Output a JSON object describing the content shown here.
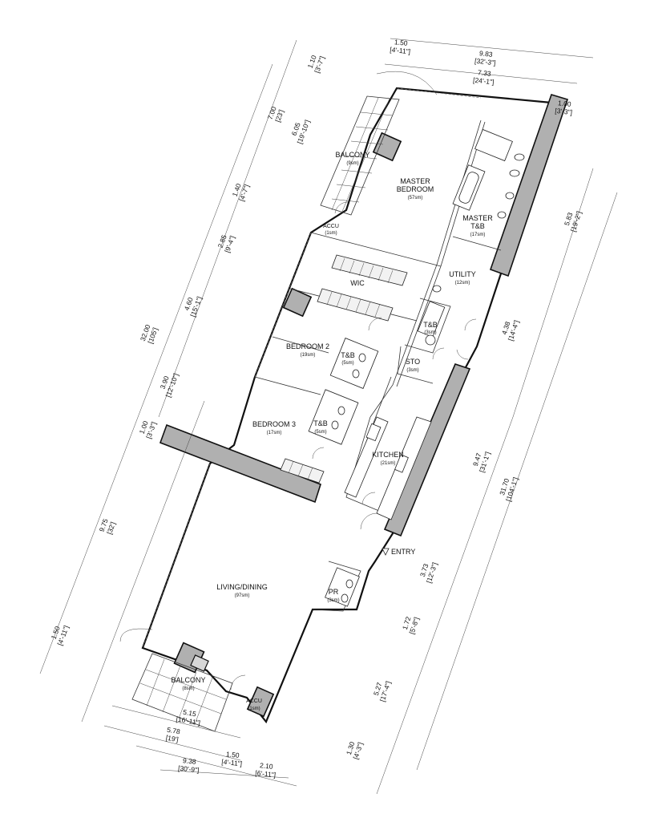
{
  "rooms": {
    "balcony_top": {
      "name": "BALCONY",
      "area": "(9sm)"
    },
    "master_bedroom": {
      "name_line1": "MASTER",
      "name_line2": "BEDROOM",
      "area": "(57sm)"
    },
    "master_tb": {
      "name_line1": "MASTER",
      "name_line2": "T&B",
      "area": "(17sm)"
    },
    "accu_top": {
      "name": "ACCU",
      "area": "(1sm)"
    },
    "wic": {
      "name": "WIC"
    },
    "utility": {
      "name": "UTILITY",
      "area": "(12sm)"
    },
    "tb_utility": {
      "name": "T&B",
      "area": "(3sm)"
    },
    "sto": {
      "name": "STO",
      "area": "(3sm)"
    },
    "bedroom2": {
      "name": "BEDROOM 2",
      "area": "(19sm)"
    },
    "tb_bed2": {
      "name": "T&B",
      "area": "(5sm)"
    },
    "bedroom3": {
      "name": "BEDROOM 3",
      "area": "(17sm)"
    },
    "tb_bed3": {
      "name": "T&B",
      "area": "(5sm)"
    },
    "kitchen": {
      "name": "KITCHEN",
      "area": "(21sm)"
    },
    "entry": {
      "name": "ENTRY"
    },
    "living_dining": {
      "name": "LIVING/DINING",
      "area": "(97sm)"
    },
    "pr": {
      "name": "PR",
      "area": "(3sm)"
    },
    "balcony_bottom": {
      "name": "BALCONY",
      "area": "(8sm)"
    },
    "accu_bottom": {
      "name": "ACCU",
      "area": "(1sm)"
    }
  },
  "dimensions": {
    "left": [
      {
        "metric": "7.00",
        "imperial": "[23']"
      },
      {
        "metric": "6.05",
        "imperial": "[19'-10\"]"
      },
      {
        "metric": "1.10",
        "imperial": "[3'-7\"]"
      },
      {
        "metric": "1.40",
        "imperial": "[4'-7\"]"
      },
      {
        "metric": "2.85",
        "imperial": "[9'-4\"]"
      },
      {
        "metric": "4.60",
        "imperial": "[15'-1\"]"
      },
      {
        "metric": "32.00",
        "imperial": "[105']"
      },
      {
        "metric": "3.90",
        "imperial": "[12'-10\"]"
      },
      {
        "metric": "1.00",
        "imperial": "[3'-3\"]"
      },
      {
        "metric": "9.75",
        "imperial": "[32']"
      },
      {
        "metric": "1.50",
        "imperial": "[4'-11\"]"
      }
    ],
    "top": [
      {
        "metric": "1.50",
        "imperial": "[4'-11\"]"
      },
      {
        "metric": "9.83",
        "imperial": "[32'-3\"]"
      },
      {
        "metric": "7.33",
        "imperial": "[24'-1\"]"
      },
      {
        "metric": "1.00",
        "imperial": "[3'-3\"]"
      }
    ],
    "right": [
      {
        "metric": "5.83",
        "imperial": "[19'-2\"]"
      },
      {
        "metric": "4.38",
        "imperial": "[14'-4\"]"
      },
      {
        "metric": "9.47",
        "imperial": "[31'-1\"]"
      },
      {
        "metric": "31.70",
        "imperial": "[104'-1\"]"
      },
      {
        "metric": "3.73",
        "imperial": "[12'-3\"]"
      },
      {
        "metric": "1.72",
        "imperial": "[5'-8\"]"
      },
      {
        "metric": "5.27",
        "imperial": "[17'-4\"]"
      },
      {
        "metric": "1.30",
        "imperial": "[4'-3\"]"
      }
    ],
    "bottom": [
      {
        "metric": "5.15",
        "imperial": "[16'-11\"]"
      },
      {
        "metric": "5.78",
        "imperial": "[19']"
      },
      {
        "metric": "9.38",
        "imperial": "[30'-9\"]"
      },
      {
        "metric": "1.50",
        "imperial": "[4'-11\"]"
      },
      {
        "metric": "2.10",
        "imperial": "[6'-11\"]"
      }
    ]
  },
  "icons": {
    "entry_marker": "triangle-down-icon"
  }
}
